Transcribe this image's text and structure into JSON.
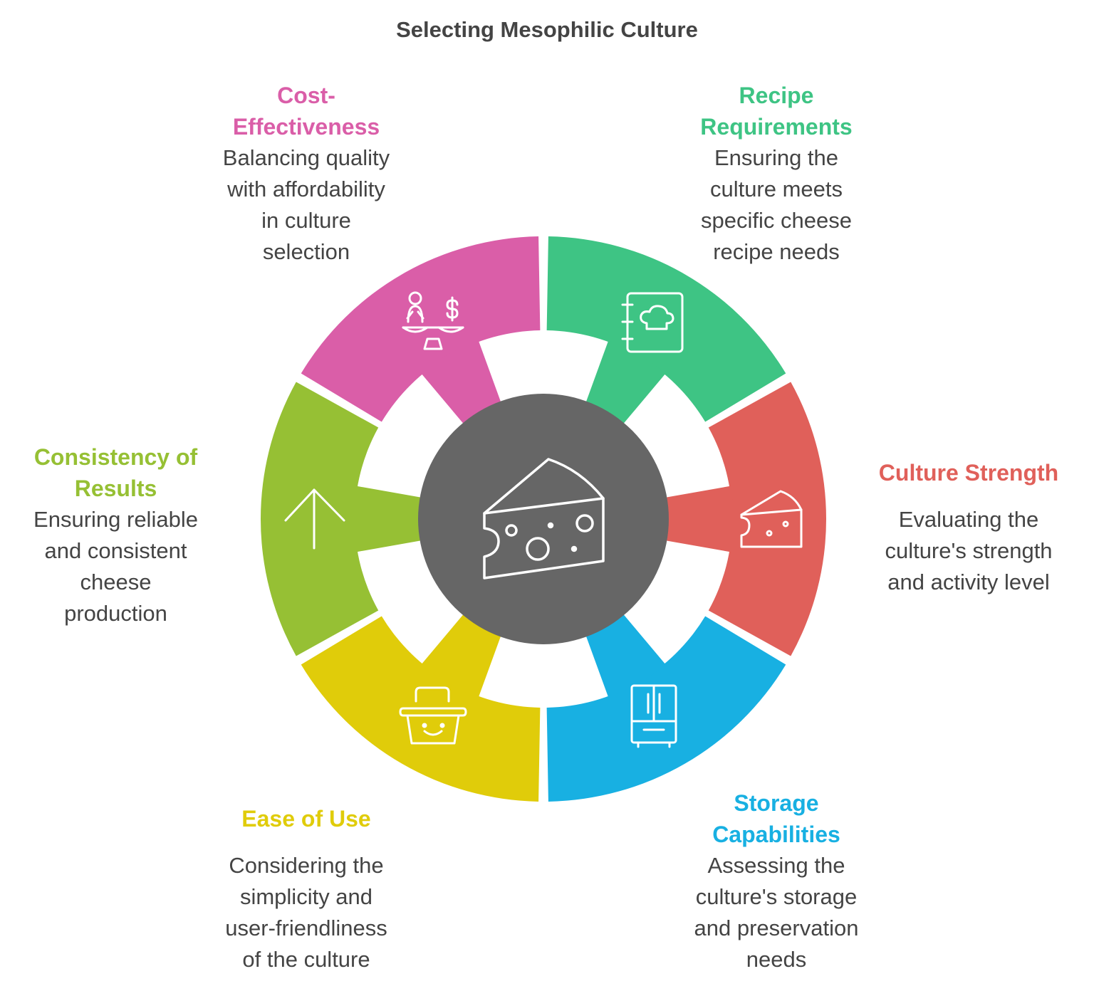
{
  "title": "Selecting Mesophilic Culture",
  "center": {
    "icon": "cheese-wedge-icon",
    "color": "#666666"
  },
  "segments": [
    {
      "id": "cost",
      "heading_lines": [
        "Cost-",
        "Effectiveness"
      ],
      "description_lines": [
        "Balancing quality",
        "with affordability",
        "in culture",
        "selection"
      ],
      "color": "#DA5EA8",
      "icon": "balance-scale-dollar-icon"
    },
    {
      "id": "recipe",
      "heading_lines": [
        "Recipe",
        "Requirements"
      ],
      "description_lines": [
        "Ensuring the",
        "culture meets",
        "specific cheese",
        "recipe needs"
      ],
      "color": "#3EC484",
      "icon": "recipe-book-icon"
    },
    {
      "id": "strength",
      "heading_lines": [
        "Culture Strength"
      ],
      "description_lines": [
        "Evaluating the",
        "culture's strength",
        "and activity level"
      ],
      "color": "#E0605A",
      "icon": "cheese-icon"
    },
    {
      "id": "storage",
      "heading_lines": [
        "Storage",
        "Capabilities"
      ],
      "description_lines": [
        "Assessing the",
        "culture's storage",
        "and preservation",
        "needs"
      ],
      "color": "#18B0E2",
      "icon": "refrigerator-icon"
    },
    {
      "id": "ease",
      "heading_lines": [
        "Ease of Use"
      ],
      "description_lines": [
        "Considering the",
        "simplicity and",
        "user-friendliness",
        "of the culture"
      ],
      "color": "#E0CC0A",
      "icon": "smiling-basket-icon"
    },
    {
      "id": "consistency",
      "heading_lines": [
        "Consistency of",
        "Results"
      ],
      "description_lines": [
        "Ensuring reliable",
        "and consistent",
        "cheese",
        "production"
      ],
      "color": "#96C034",
      "icon": "arrow-up-icon"
    }
  ]
}
